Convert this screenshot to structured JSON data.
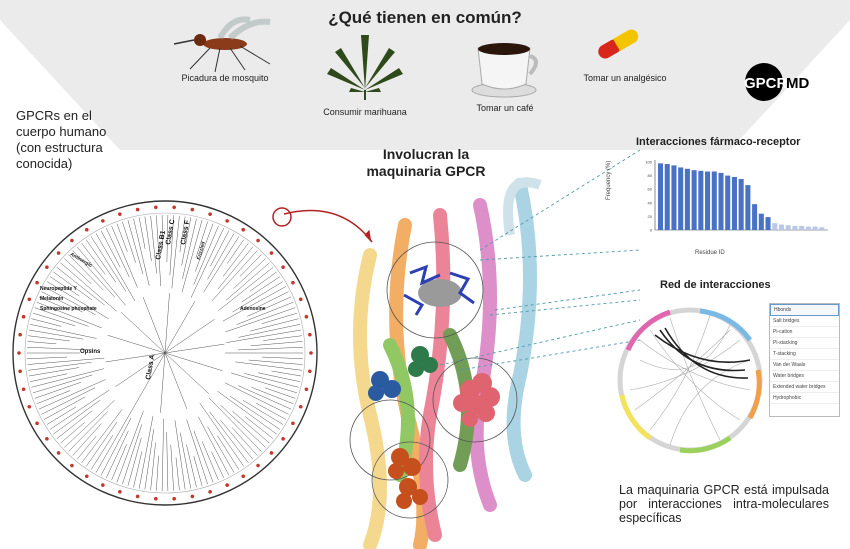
{
  "header": {
    "question": "¿Qué tienen en común?",
    "items": [
      {
        "label": "Picadura de mosquito",
        "icon": "mosquito-icon"
      },
      {
        "label": "Consumir marihuana",
        "icon": "cannabis-leaf-icon"
      },
      {
        "label": "Tomar un café",
        "icon": "coffee-cup-icon"
      },
      {
        "label": "Tomar un analgésico",
        "icon": "pill-capsule-icon"
      }
    ]
  },
  "logo": {
    "text_left": "GPCR",
    "text_right": "MD"
  },
  "left_panel": {
    "title_lines": [
      "GPCRs en el",
      "cuerpo humano",
      "(con estructura",
      "conocida)"
    ],
    "tree_labels": [
      "Class A",
      "Class B1",
      "Class C",
      "Class F",
      "Frizzled",
      "Opsins",
      "Adenosine",
      "Aminergic",
      "Neuropeptide Y",
      "Melatonin",
      "Sphingosine phosphate"
    ]
  },
  "center": {
    "title_lines": [
      "Involucran la",
      "maquinaria GPCR"
    ]
  },
  "chart_data": {
    "type": "bar",
    "title": "Interacciones fármaco-receptor",
    "xlabel": "Residue ID",
    "ylabel": "Frequency (%)",
    "ylim": [
      0,
      100
    ],
    "yticks": [
      0,
      20,
      40,
      60,
      80,
      100
    ],
    "values": [
      98,
      97,
      95,
      92,
      90,
      88,
      87,
      86,
      86,
      84,
      80,
      78,
      75,
      66,
      38,
      24,
      19,
      10,
      8,
      7,
      6,
      6,
      5,
      5,
      4
    ],
    "highlighted_count": 17
  },
  "network": {
    "title": "Red de interacciones",
    "legend": [
      "Hbonds",
      "Salt bridges",
      "Pi-cation",
      "Pi-stacking",
      "T-stacking",
      "Van der Waals",
      "Water bridges",
      "Extended water bridges",
      "Hydrophobic"
    ]
  },
  "bottom_note": "La maquinaria GPCR está impulsada por interacciones intra-moleculares específicas",
  "colors": {
    "band": "#ebebeb",
    "bar_blue": "#4a72c4",
    "bar_light": "#b9c8e6",
    "dashed_link": "#4f9aa8",
    "arrow_red": "#b22222"
  }
}
